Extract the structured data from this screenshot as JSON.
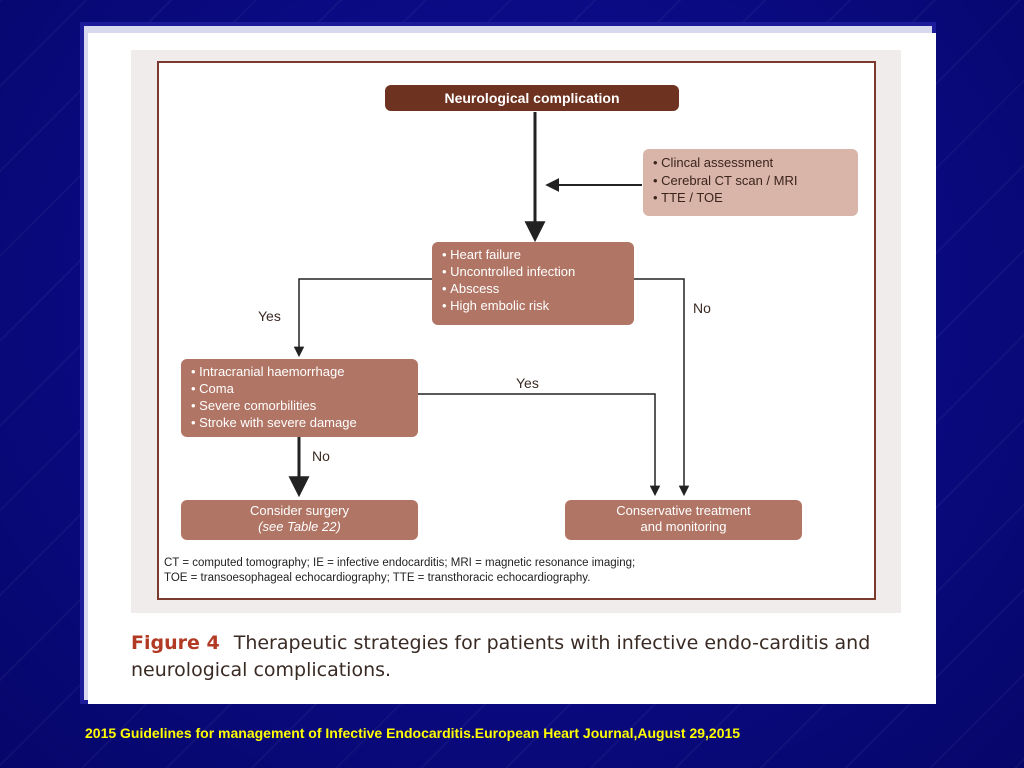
{
  "colors": {
    "background": "#0a0a7a",
    "box_dark": "#6e3220",
    "box_mid": "#b17565",
    "box_light": "#d9b4a8",
    "caption_accent": "#b23a24",
    "footer_text": "#ffff00"
  },
  "flowchart": {
    "start": "Neurological complication",
    "assessment": [
      "Clincal assessment",
      "Cerebral CT scan / MRI",
      "TTE / TOE"
    ],
    "decision1": [
      "Heart failure",
      "Uncontrolled infection",
      "Abscess",
      "High embolic risk"
    ],
    "decision2": [
      "Intracranial haemorrhage",
      "Coma",
      "Severe comorbilities",
      "Stroke with severe damage"
    ],
    "surgery_line1": "Consider surgery",
    "surgery_line2": "(see Table 22)",
    "conservative_line1": "Conservative treatment",
    "conservative_line2": "and monitoring",
    "labels": {
      "yes_left": "Yes",
      "no_right": "No",
      "yes_middle": "Yes",
      "no_down": "No"
    }
  },
  "abbreviations": {
    "line1": "CT = computed tomography; IE = infective endocarditis; MRI = magnetic resonance imaging;",
    "line2": "TOE = transoesophageal echocardiography; TTE = transthoracic echocardiography."
  },
  "caption": {
    "figure_number": "Figure 4",
    "text": "Therapeutic strategies for patients with infective endo-carditis and neurological complications."
  },
  "footer": {
    "citation": "2015 Guidelines for management of Infective Endocarditis.European Heart Journal,August 29,2015"
  }
}
